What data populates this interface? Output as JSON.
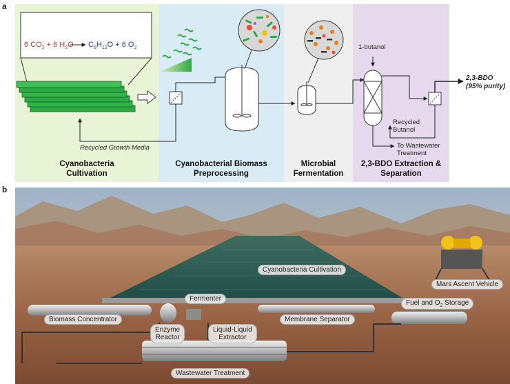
{
  "panel_a": {
    "letter": "a",
    "stages": [
      {
        "title_line1": "Cyanobacteria",
        "title_line2": "Cultivation",
        "bg": "#e9f4d6"
      },
      {
        "title_line1": "Cyanobacterial Biomass",
        "title_line2": "Preprocessing",
        "bg": "#d9ebf4"
      },
      {
        "title_line1": "Microbial",
        "title_line2": "Fermentation",
        "bg": "#efefef"
      },
      {
        "title_line1": "2,3-BDO Extraction &",
        "title_line2": "Separation",
        "bg": "#e6d9ee"
      }
    ],
    "equation": {
      "left_a": "6 CO",
      "left_a_sub": "2",
      "left_b": " + 6 H",
      "left_b_sub": "2",
      "left_c": "O",
      "right_a": "C",
      "right_a_sub": "6",
      "right_b": "H",
      "right_b_sub": "12",
      "right_c": "O + 6 O",
      "right_c_sub": "2",
      "left_color": "#c0392b",
      "right_color": "#1f3d8a"
    },
    "recycled_media": "Recycled Growth Media",
    "butanol_input": "1-butanol",
    "recycled_butanol_line1": "Recycled",
    "recycled_butanol_line2": "Butanol",
    "wastewater_line1": "To Wastewater",
    "wastewater_line2": "Treatment",
    "product_name": "2,3-BDO",
    "product_purity": "(95% purity)"
  },
  "panel_b": {
    "letter": "b",
    "tags": {
      "cultivation": "Cyanobacteria Cultivation",
      "mav": "Mars Ascent Vehicle",
      "fermenter": "Fermenter",
      "biomass": "Biomass Concentrator",
      "fuel_a": "Fuel and O",
      "fuel_sub": "2",
      "fuel_b": " Storage",
      "membrane": "Membrane Separator",
      "enzyme_line1": "Enzyme",
      "enzyme_line2": "Reactor",
      "lle_line1": "Liquid-Liquid",
      "lle_line2": "Extractor",
      "wastewater": "Wastewater Treatment"
    }
  },
  "colors": {
    "algae_green": "#2eaa45",
    "algae_dark": "#1b7a2e"
  }
}
